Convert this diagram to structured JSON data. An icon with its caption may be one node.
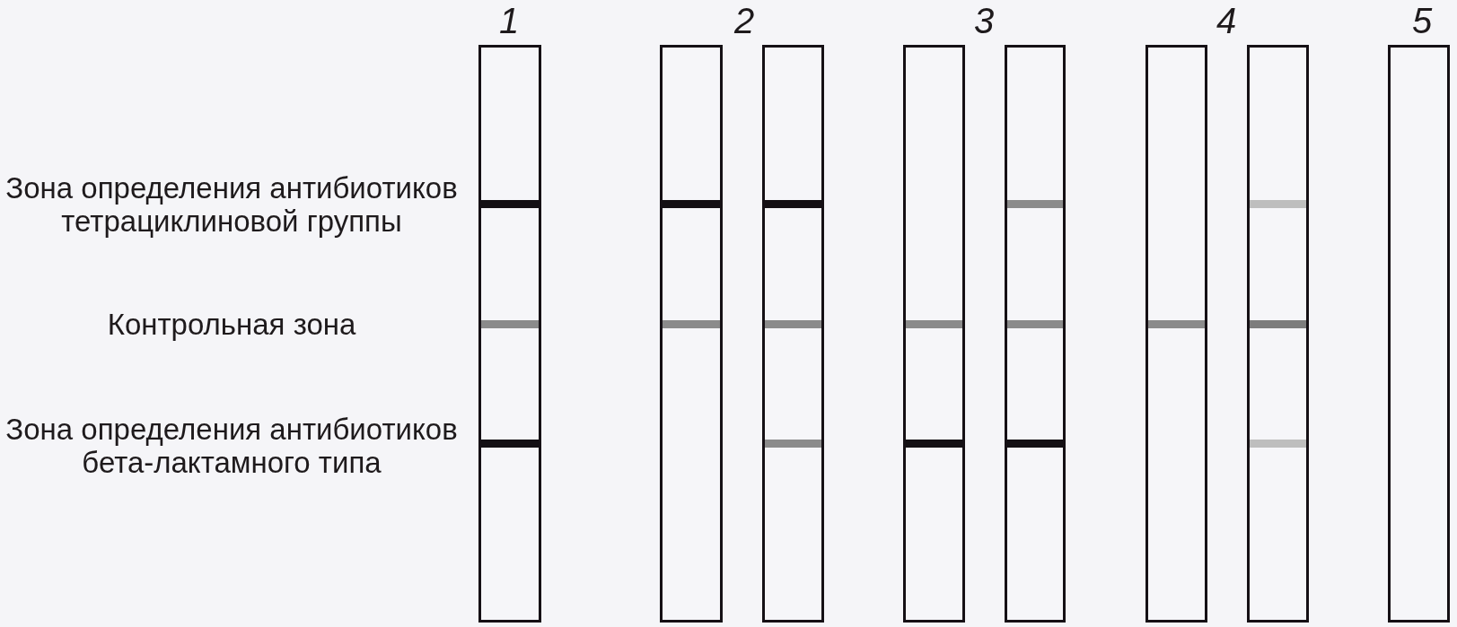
{
  "diagram": {
    "nodes": [
      {
        "text": [],
        "shape": "box"
      },
      {
        "text": [],
        "shape": "box"
      },
      {
        "text": [],
        "shape": "box"
      },
      {
        "text": [],
        "shape": "box"
      },
      {
        "text": [],
        "shape": "box"
      },
      {
        "text": [],
        "shape": "box"
      },
      {
        "text": [],
        "shape": "box"
      },
      {
        "text": [],
        "shape": "box"
      }
    ],
    "labels": [
      "1",
      "2",
      "3",
      "4",
      "5",
      "Зона определения антибиотиков тетрациклиновой группы",
      "Контрольная зона",
      "Зона определения антибиотиков бета-лактамного типа"
    ]
  }
}
